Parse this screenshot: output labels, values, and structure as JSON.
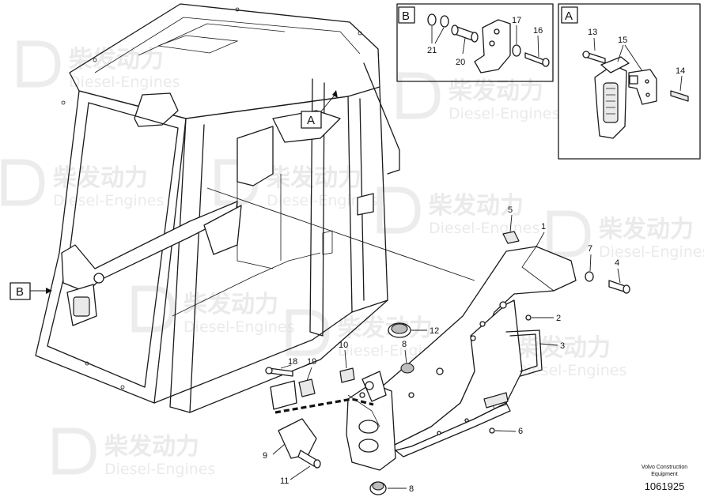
{
  "watermark": {
    "chinese": "柴发动力",
    "english": "Diesel-Engines"
  },
  "callouts": {
    "c1": "1",
    "c2": "2",
    "c3": "3",
    "c4": "4",
    "c5": "5",
    "c6": "6",
    "c7": "7",
    "c8a": "8",
    "c8b": "8",
    "c9": "9",
    "c10": "10",
    "c11": "11",
    "c12": "12",
    "c13": "13",
    "c14": "14",
    "c15": "15",
    "c16": "16",
    "c17": "17",
    "c18": "18",
    "c19": "19",
    "c20": "20",
    "c21": "21"
  },
  "view_labels": {
    "a_main": "A",
    "b_main": "B",
    "a_inset": "A",
    "b_inset": "B"
  },
  "footer": {
    "line1": "Volvo Construction",
    "line2": "Equipment",
    "code": "1061925"
  }
}
